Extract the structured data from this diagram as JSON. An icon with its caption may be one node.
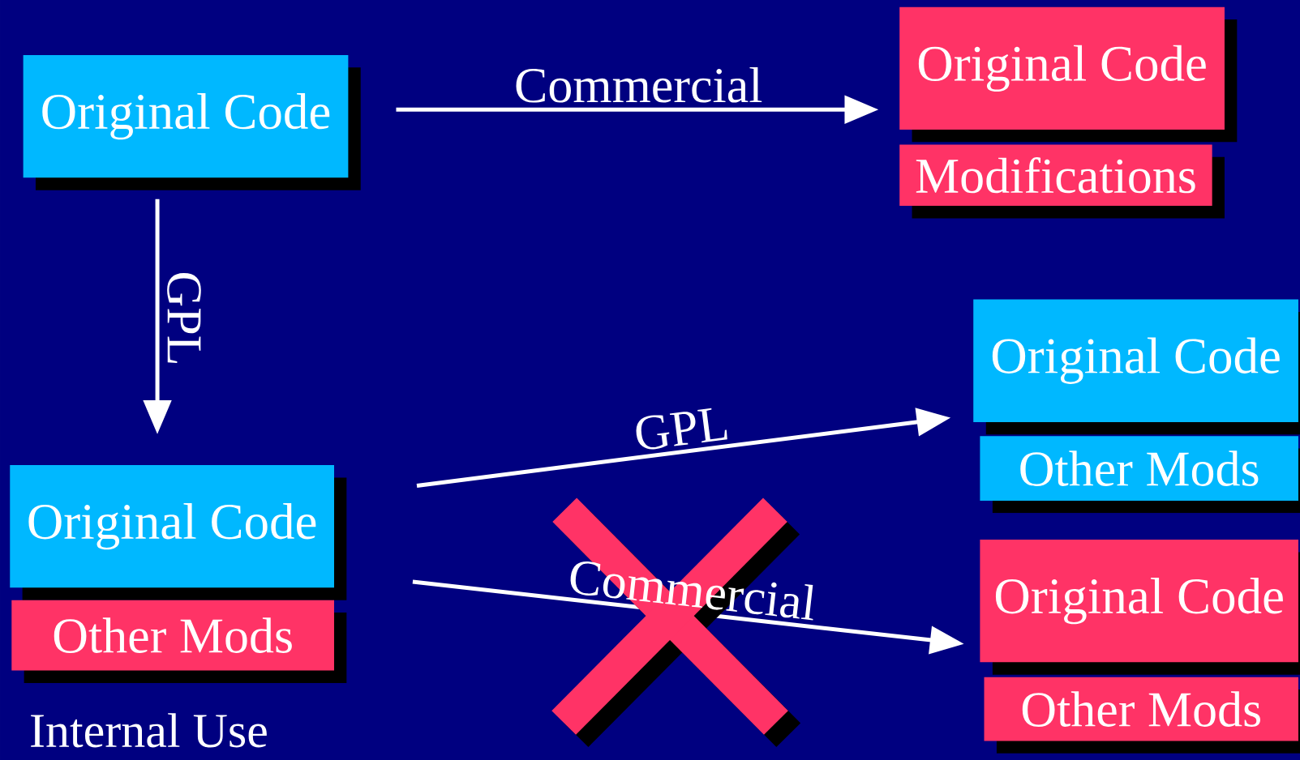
{
  "diagram": {
    "nodes": [
      {
        "text": [
          "Original Code"
        ]
      },
      {
        "text": [
          "Original Code"
        ]
      },
      {
        "text": [
          "Modifications"
        ]
      },
      {
        "text": [
          "Original Code"
        ]
      },
      {
        "text": [
          "Other Mods"
        ]
      },
      {
        "text": [
          "Original Code"
        ]
      },
      {
        "text": [
          "Other Mods"
        ]
      },
      {
        "text": [
          "Original Code"
        ]
      },
      {
        "text": [
          "Other Mods"
        ]
      }
    ],
    "edges": [
      {
        "from": 0,
        "to": 1,
        "arrow": "to",
        "label": "Commercial"
      },
      {
        "from": 0,
        "to": 3,
        "arrow": "to",
        "label": "GPL"
      },
      {
        "from": 3,
        "to": 5,
        "arrow": "to",
        "label": "GPL"
      },
      {
        "from": 3,
        "to": 7,
        "arrow": "to",
        "label": "Commercial"
      }
    ],
    "labels": [
      "Internal Use"
    ]
  }
}
